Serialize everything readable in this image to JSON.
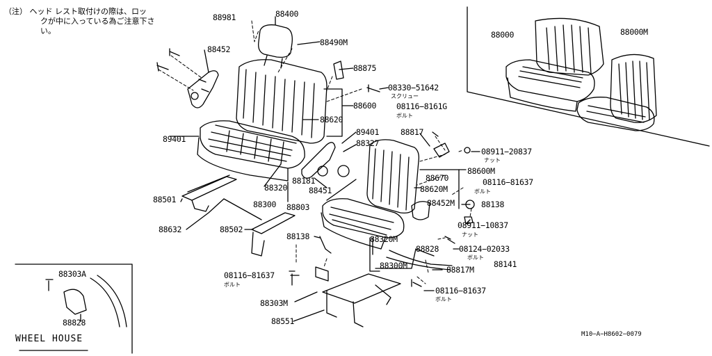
{
  "note": {
    "line1": "（注） ヘッド レスト取付けの際は、ロッ",
    "line2": "クが中に入っている為ご注意下さ",
    "line3": "い。"
  },
  "parts": {
    "p88981": "88981",
    "p88400": "88400",
    "p88452": "88452",
    "p88490M": "88490M",
    "p88875": "88875",
    "p08330": "08330−51642",
    "p08330_sub": "スクリュー",
    "p88600": "88600",
    "p08116_8161G": "08116−8161G",
    "p08116_8161G_sub": "ボルト",
    "p88620": "88620",
    "p89401_left": "89401",
    "p89401_mid": "89401",
    "p88327": "88327",
    "p88817": "88817",
    "p08911_20837": "08911−20837",
    "p08911_20837_sub": "ナット",
    "p88181": "88181",
    "p88451": "88451",
    "p88320": "88320",
    "p88670": "88670",
    "p88600M": "88600M",
    "p08116_81637_a": "08116−81637",
    "p08116_81637_a_sub": "ボルト",
    "p88620M": "88620M",
    "p88300": "88300",
    "p88501": "88501",
    "p88803": "88803",
    "p88452M": "88452M",
    "p88138_right": "88138",
    "p88632": "88632",
    "p88502": "88502",
    "p08911_10837": "08911−10837",
    "p08911_10837_sub": "ナット",
    "p88138_left": "88138",
    "p88320M": "88320M",
    "p88828": "88828",
    "p08124": "08124−02033",
    "p08124_sub": "ボルト",
    "p88141": "88141",
    "p88300M": "88300M",
    "p88817M": "88817M",
    "p08116_81637_b": "08116−81637",
    "p08116_81637_b_sub": "ボルト",
    "p08116_81637_c": "08116−81637",
    "p08116_81637_c_sub": "ボルト",
    "p88303M": "88303M",
    "p88551": "88551",
    "p88000": "88000",
    "p88000M": "88000M",
    "p88303A": "88303A",
    "p88828_inset": "88828"
  },
  "inset_label": "WHEEL HOUSE",
  "drawing_code": "M10−A−H8602−0079"
}
